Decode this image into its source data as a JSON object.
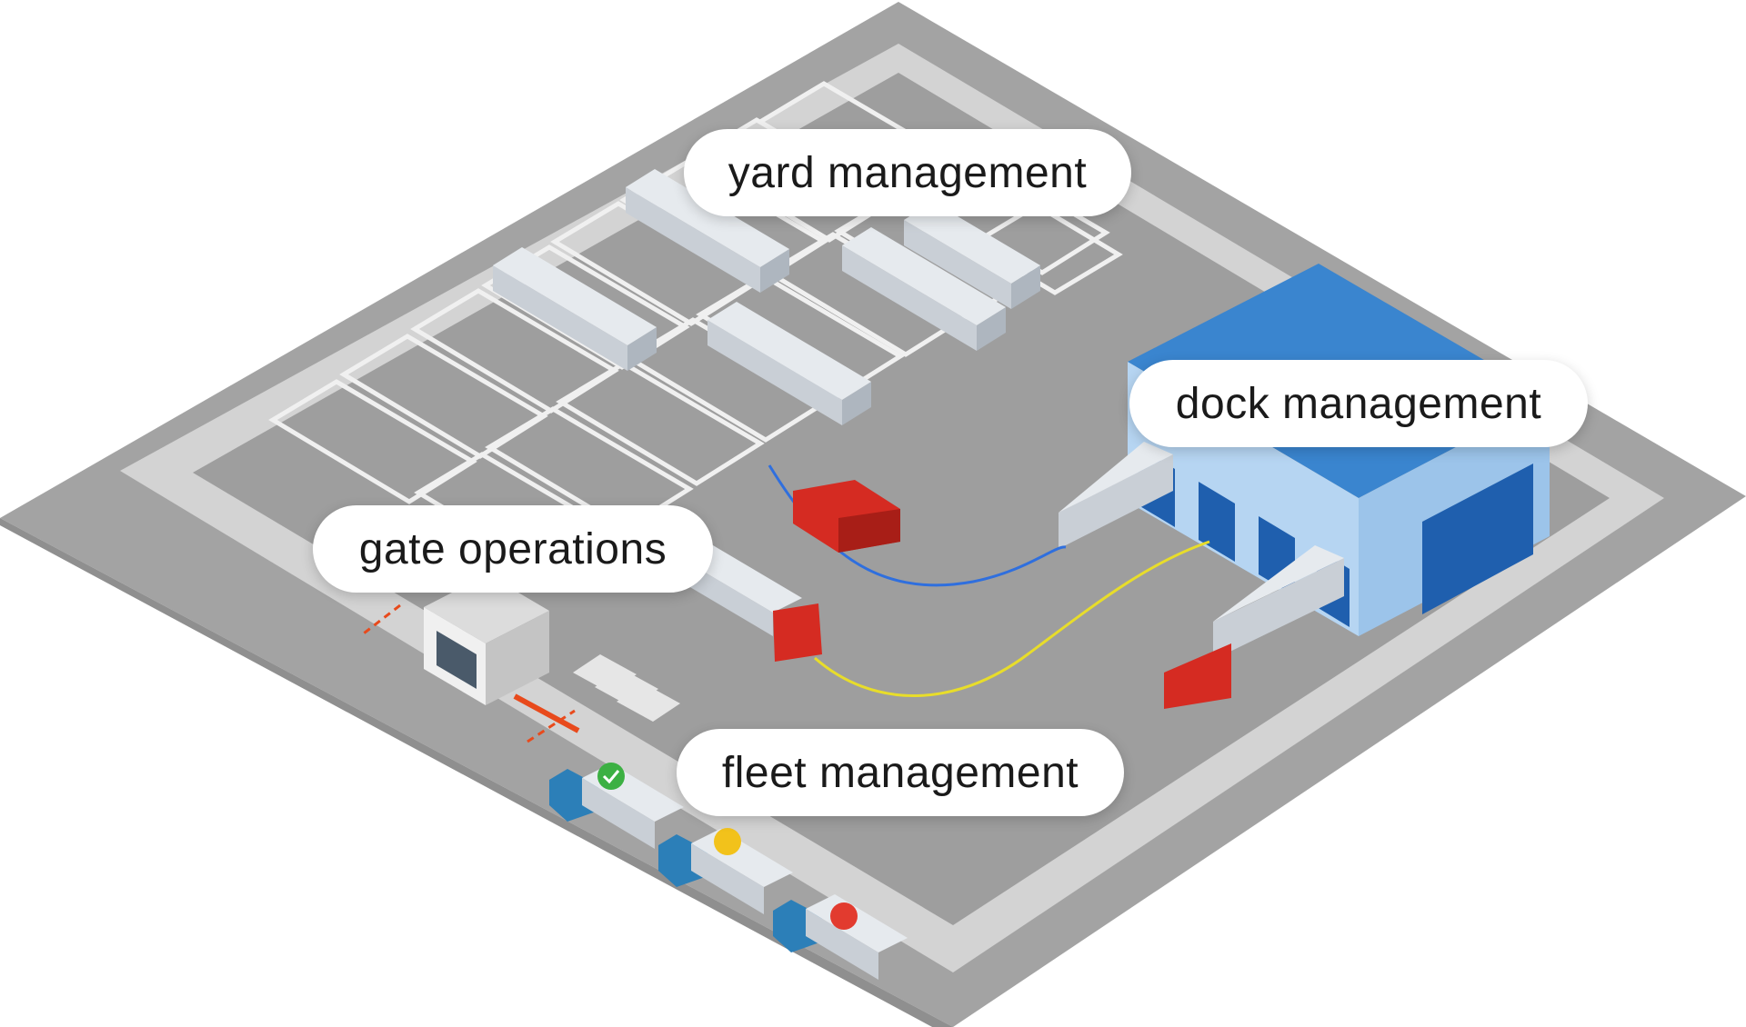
{
  "labels": {
    "yard": "yard management",
    "dock": "dock management",
    "gate": "gate operations",
    "fleet": "fleet management"
  },
  "colors": {
    "ground": "#a3a3a3",
    "ground_edge": "#8f8f8f",
    "road_border": "#d3d3d3",
    "lot": "#9c9c9c",
    "parking_lines": "#f0f0f0",
    "trailer": "#d8dde2",
    "truck_red": "#d52b22",
    "truck_blue": "#2c7fb8",
    "building_roof": "#3a85cf",
    "building_wall": "#b6d5f2",
    "door": "#1f5fae",
    "route_blue": "#2f6fde",
    "route_yellow": "#e8dd2a",
    "arrow_orange": "#e84a1c",
    "status_ok": "#3cb043",
    "status_pending": "#f2c21b",
    "status_alert": "#e23b2f"
  },
  "fleet_status": [
    {
      "icon": "checkmark-icon",
      "color": "#3cb043"
    },
    {
      "icon": "ellipsis-icon",
      "color": "#f2c21b"
    },
    {
      "icon": "ellipsis-icon",
      "color": "#e23b2f"
    }
  ]
}
